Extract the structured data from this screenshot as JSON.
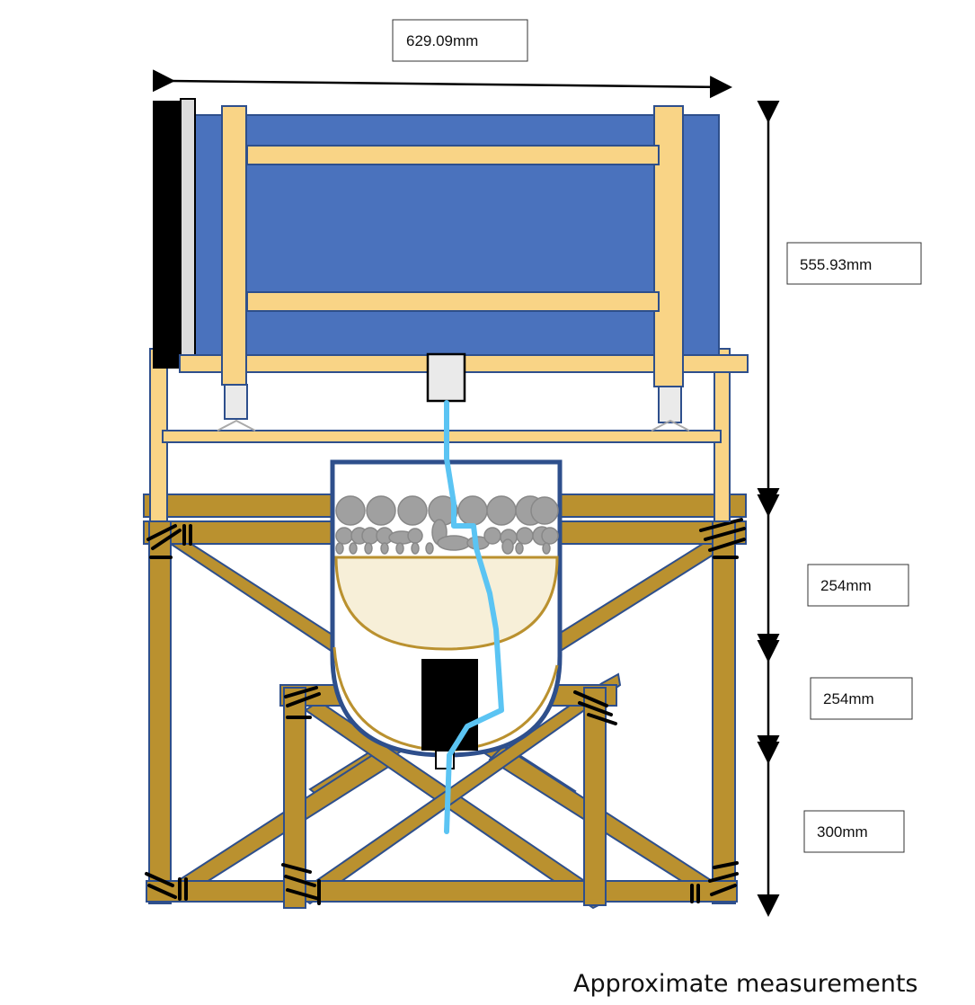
{
  "measurements": {
    "width": "629.09mm",
    "top_height": "555.93mm",
    "upper_frame": "254mm",
    "middle_frame": "254mm",
    "lower_frame": "300mm"
  },
  "caption": "Approximate measurements",
  "colors": {
    "panel": "#4a72bd",
    "wood_light": "#f9d486",
    "wood_dark": "#ba912f",
    "outline": "#2e4f8c",
    "cable": "#5bc4f3",
    "sand": "#f7efd8",
    "stone": "#a0a0a0"
  }
}
